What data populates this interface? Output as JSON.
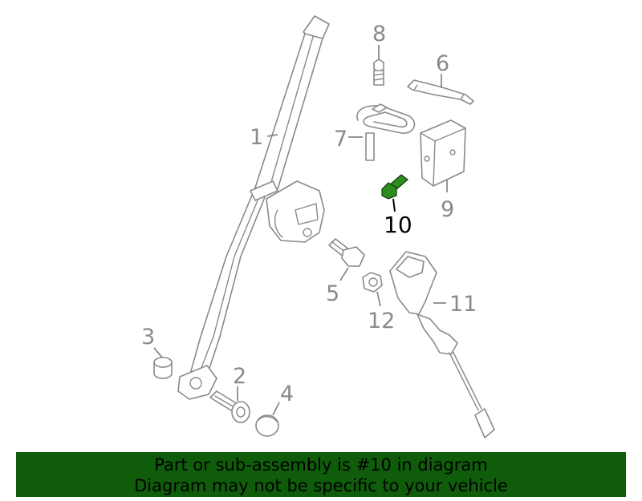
{
  "callouts": {
    "c1": "1",
    "c2": "2",
    "c3": "3",
    "c4": "4",
    "c5": "5",
    "c6": "6",
    "c7": "7",
    "c8": "8",
    "c9": "9",
    "c10": "10",
    "c11": "11",
    "c12": "12"
  },
  "highlight_color": "#2e8b1f",
  "banner": {
    "color": "#0f5c0a",
    "line1": "Part or sub-assembly is #10 in diagram",
    "line2": "Diagram may not be specific to your vehicle"
  }
}
